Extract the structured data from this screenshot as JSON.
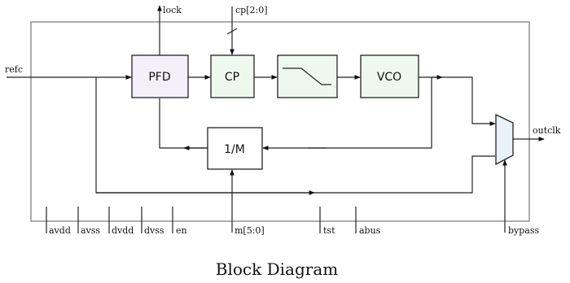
{
  "caption": "Block Diagram",
  "blocks": {
    "pfd": "PFD",
    "cp": "CP",
    "vco": "VCO",
    "divider": "1/M"
  },
  "ports": {
    "lock": "lock",
    "cp_ctrl": "cp[2:0]",
    "refc": "refc",
    "outclk": "outclk",
    "m_ctrl": "m[5:0]",
    "tst": "tst",
    "abus": "abus",
    "bypass": "bypass"
  },
  "supply_pins": [
    "avdd",
    "avss",
    "dvdd",
    "dvss",
    "en"
  ],
  "colors": {
    "pfd_fill": "#f4f0fa",
    "green_fill": "#eef8ee",
    "mux_fill": "#eaf2fa"
  }
}
